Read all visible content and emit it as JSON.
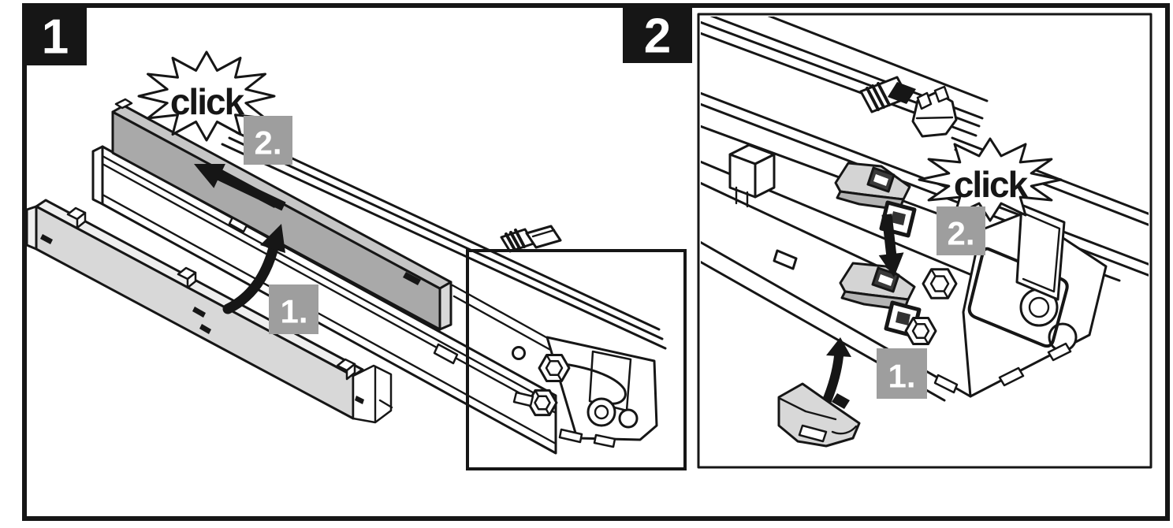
{
  "figure": {
    "kind": "drawer-slide-assembly-instruction-diagram",
    "background": "#ffffff",
    "line_color": "#161616"
  },
  "colors": {
    "frame_black": "#161616",
    "badge_gray": "#9e9e9e",
    "rail_front_gray": "#a9a9a9",
    "rail_top_gray": "#c6c6c6",
    "rail_end_cap_gray": "#d8d8d8",
    "light_rail_front": "#d8d8d8",
    "light_rail_top": "#efefef",
    "latch_gray": "#d4d4d4",
    "latch_shadow_gray": "#b4b4b4",
    "label_text": "#ffffff"
  },
  "panels": [
    {
      "number_label": "1",
      "click_label": "click",
      "step_badges": [
        {
          "label": "1."
        },
        {
          "label": "2."
        }
      ]
    },
    {
      "number_label": "2",
      "click_label": "click",
      "step_badges": [
        {
          "label": "1."
        },
        {
          "label": "2."
        }
      ]
    }
  ]
}
